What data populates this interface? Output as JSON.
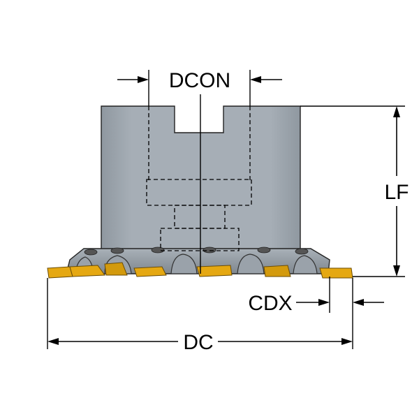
{
  "labels": {
    "dcon": "DCON",
    "lf": "LF",
    "cdx": "CDX",
    "dc": "DC"
  },
  "colors": {
    "body": "#a3abb3",
    "body_dark": "#8a939b",
    "insert": "#e5a812",
    "insert_dark": "#b9850a",
    "background": "#ffffff",
    "line": "#000000"
  }
}
